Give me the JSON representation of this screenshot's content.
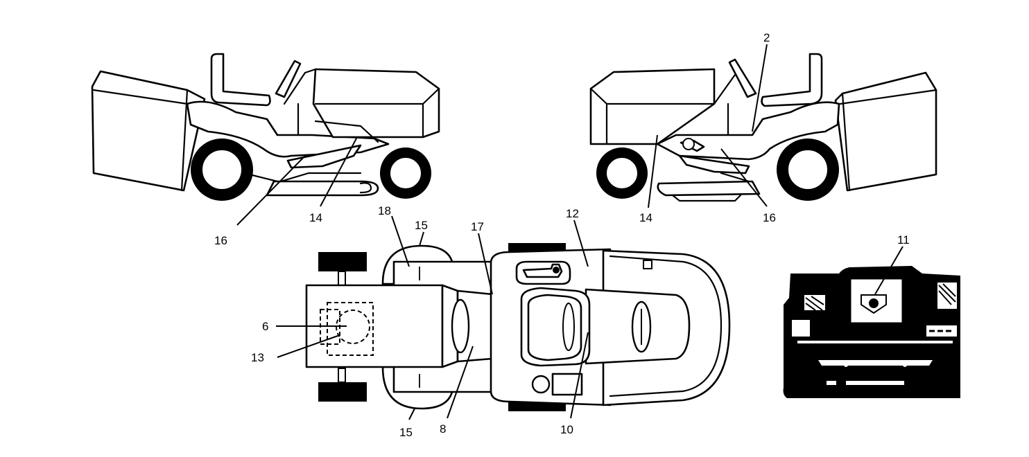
{
  "callouts": {
    "c2": "2",
    "c6": "6",
    "c8": "8",
    "c10": "10",
    "c11": "11",
    "c12": "12",
    "c13": "13",
    "c14_left": "14",
    "c14_right": "14",
    "c15_top": "15",
    "c15_bottom": "15",
    "c16_left": "16",
    "c16_right": "16",
    "c17": "17",
    "c18": "18"
  },
  "colors": {
    "ink": "#000000",
    "paper": "#ffffff"
  }
}
